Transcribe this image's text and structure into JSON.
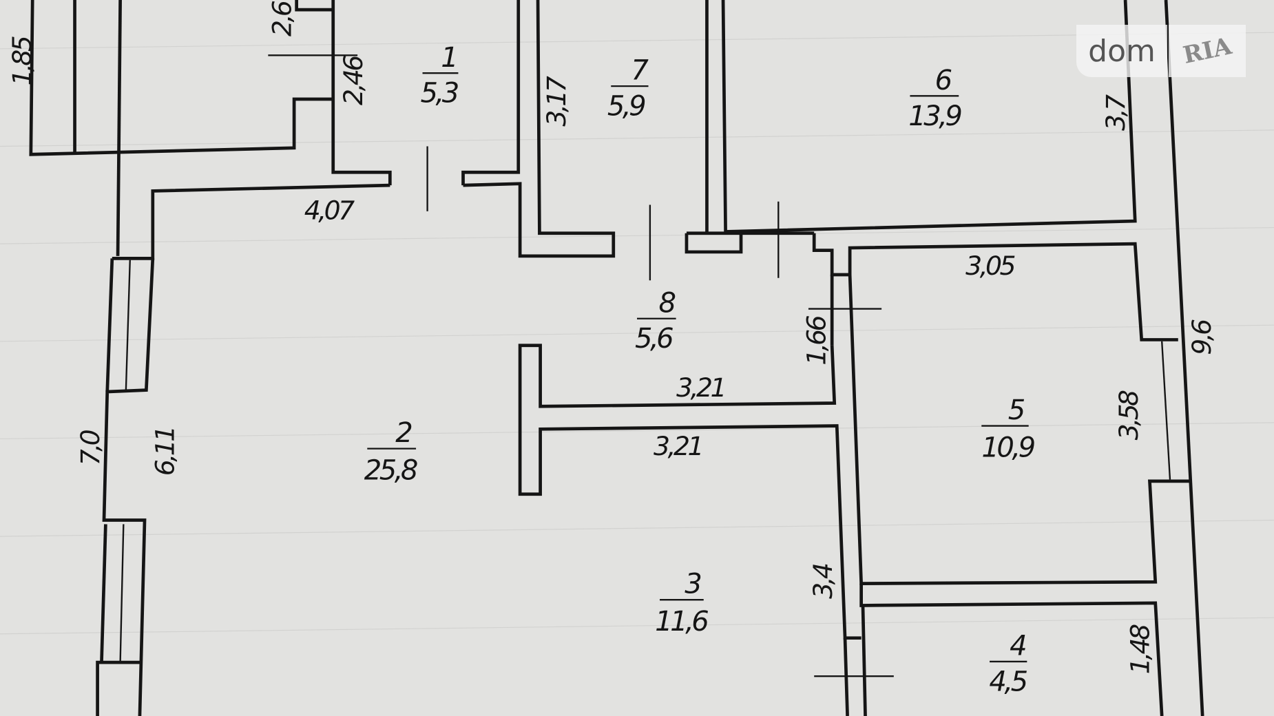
{
  "rooms": [
    {
      "number": "1",
      "area": "5,3"
    },
    {
      "number": "2",
      "area": "25,8"
    },
    {
      "number": "3",
      "area": "11,6"
    },
    {
      "number": "4",
      "area": "4,5"
    },
    {
      "number": "5",
      "area": "10,9"
    },
    {
      "number": "6",
      "area": "13,9"
    },
    {
      "number": "7",
      "area": "5,9"
    },
    {
      "number": "8",
      "area": "5,6"
    }
  ],
  "dimensions": {
    "d185": "1,85",
    "d26": "2,6",
    "d246": "2,46",
    "d407": "4,07",
    "d317": "3,17",
    "d37": "3,7",
    "d305": "3,05",
    "d166": "1,66",
    "d321a": "3,21",
    "d321b": "3,21",
    "d96": "9,6",
    "d358": "3,58",
    "d70": "7,0",
    "d611": "6,11",
    "d34": "3,4",
    "d148": "1,48"
  },
  "watermark": {
    "left": "dom",
    "right": "RIA"
  }
}
